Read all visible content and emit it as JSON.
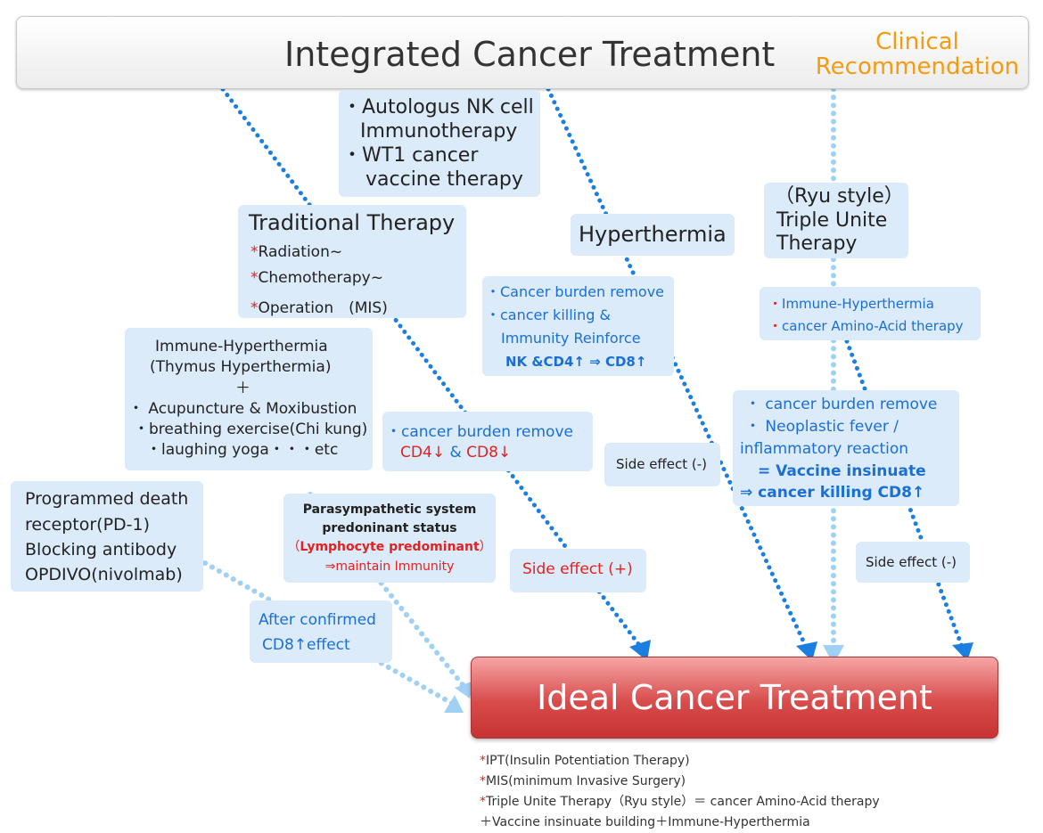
{
  "header": {
    "title": "Integrated Cancer Treatment",
    "recommendation_line1": "Clinical",
    "recommendation_line2": "Recommendation"
  },
  "boxes": {
    "nk": {
      "line1": "・Autologus NK cell",
      "line2": "Immunotherapy",
      "line3": "・WT1 cancer",
      "line4": "vaccine therapy"
    },
    "traditional": {
      "title": "Traditional Therapy",
      "items": [
        "Radiation~",
        "Chemotherapy~",
        "Operation　(MIS)"
      ],
      "mark": "*"
    },
    "hyperthermia": {
      "title": "Hyperthermia"
    },
    "ryu": {
      "line1": "（Ryu style）",
      "line2": "Triple Unite",
      "line3": "Therapy"
    },
    "ryu_items": {
      "mark": "・",
      "items": [
        "Immune-Hyperthermia",
        "cancer Amino-Acid therapy"
      ]
    },
    "hyper_effects": {
      "line1": "・Cancer burden remove",
      "line2": "・cancer killing &",
      "line3": "Immunity Reinforce",
      "line4": "NK &CD4↑ ⇒ CD8↑"
    },
    "immune": {
      "line1": "Immune-Hyperthermia",
      "line2": "(Thymus Hyperthermia)",
      "line3": "＋",
      "line4": "・ Acupuncture & Moxibustion",
      "line5": "・breathing exercise(Chi kung)",
      "line6": "・laughing yoga・・・etc"
    },
    "trad_effects": {
      "line1": "・cancer burden remove",
      "cd4": "CD4↓",
      "amp": "&",
      "cd8": "CD8↓"
    },
    "side_minus_1": {
      "text": "Side effect (-)"
    },
    "ryu_effects": {
      "line1": "・ cancer burden remove",
      "line2": "・ Neoplastic  fever /",
      "line3": "inflammatory reaction",
      "line4": "= Vaccine insinuate",
      "line5": "⇒ cancer killing CD8↑"
    },
    "pd1": {
      "line1": "Programmed death",
      "line2": "receptor(PD-1)",
      "line3": "Blocking antibody",
      "line4": "OPDIVO(nivolmab)"
    },
    "parasym": {
      "line1": "Parasympathetic system",
      "line2": "predoninant status",
      "paren_open": "（",
      "red_text": "Lymphocyte predominant",
      "paren_close": "）",
      "line4": "⇒maintain Immunity"
    },
    "side_plus": {
      "text": "Side effect (+)"
    },
    "side_minus_2": {
      "text": "Side effect (-)"
    },
    "after": {
      "line1": "After confirmed",
      "line2": "CD8↑effect"
    }
  },
  "ideal": {
    "title": "Ideal Cancer Treatment"
  },
  "notes": {
    "mark": "*",
    "items": [
      "IPT(Insulin Potentiation Therapy)",
      "MIS(minimum Invasive Surgery)",
      "Triple Unite Therapy（Ryu style）＝ cancer Amino-Acid therapy"
    ],
    "continuation": "＋Vaccine insinuate building＋Immune-Hyperthermia"
  },
  "colors": {
    "box_fill": "#dcebf9",
    "arrow_dark": "#1a7fe0",
    "arrow_light": "#9fd1f5",
    "accent_red": "#e02222",
    "accent_blue": "#1a6fd6",
    "recommendation": "#f39c12"
  }
}
